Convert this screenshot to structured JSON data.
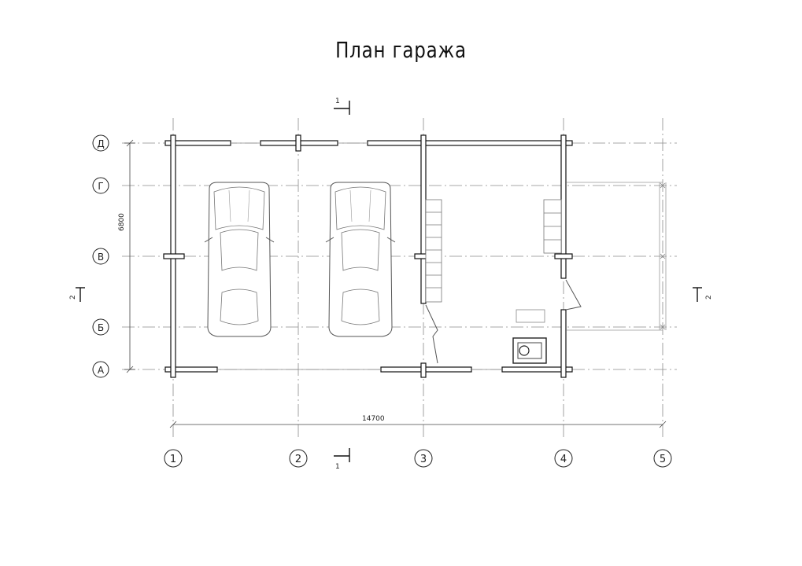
{
  "title": "План гаража",
  "axes_letters": [
    "Д",
    "Г",
    "В",
    "Б",
    "А"
  ],
  "axes_numbers": [
    "1",
    "2",
    "3",
    "4",
    "5"
  ],
  "dims": {
    "width": "14700",
    "height": "6800"
  },
  "sections": {
    "s1_top": "1",
    "s1_bottom": "1",
    "s2_left": "2",
    "s2_right": "2"
  }
}
